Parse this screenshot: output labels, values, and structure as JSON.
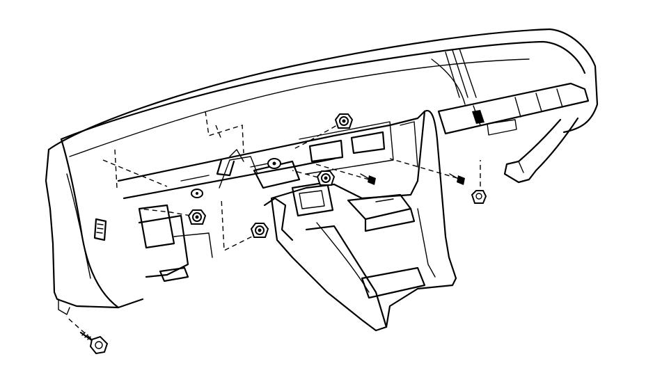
{
  "colors": {
    "line": "#000000",
    "background": "#ffffff"
  },
  "fasteners": [
    {
      "name": "nut-top-center",
      "kind": "flange-nut"
    },
    {
      "name": "nut-center",
      "kind": "flange-nut"
    },
    {
      "name": "nut-left",
      "kind": "flange-nut"
    },
    {
      "name": "nut-lower-center",
      "kind": "flange-nut"
    },
    {
      "name": "screw-center",
      "kind": "screw"
    },
    {
      "name": "screw-right",
      "kind": "screw"
    },
    {
      "name": "clip-right",
      "kind": "clip"
    },
    {
      "name": "bolt-lower-left",
      "kind": "bolt"
    }
  ]
}
